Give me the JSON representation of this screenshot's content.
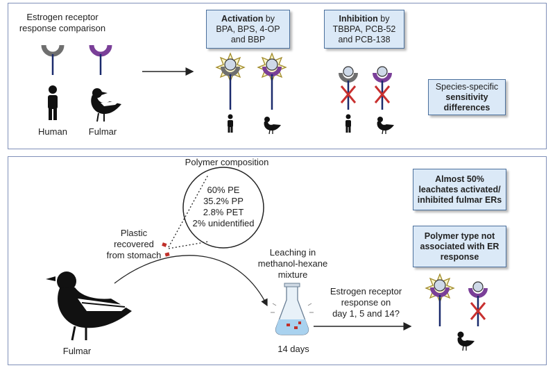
{
  "top": {
    "title_lines": [
      "Estrogen receptor",
      "response comparison"
    ],
    "human_label": "Human",
    "fulmar_label": "Fulmar",
    "activation_box": {
      "bold": "Activation",
      "rest": " by",
      "line2": "BPA, BPS, 4-OP",
      "line3": "and BBP"
    },
    "inhibition_box": {
      "bold": "Inhibition",
      "rest": " by",
      "line2": "TBBPA, PCB-52",
      "line3": "and PCB-138"
    },
    "sensitivity_box": {
      "line1": "Species-specific",
      "line2": "sensitivity",
      "line3": "differences"
    }
  },
  "bottom": {
    "polymer_title": "Polymer composition",
    "polymer_lines": [
      "60% PE",
      "35.2% PP",
      "2.8% PET",
      "2% unidentified"
    ],
    "plastic_lines": [
      "Plastic",
      "recovered",
      "from stomach"
    ],
    "leaching_lines": [
      "Leaching in",
      "methanol-hexane",
      "mixture"
    ],
    "days_label": "14 days",
    "fulmar_label": "Fulmar",
    "er_response_lines": [
      "Estrogen receptor",
      "response on",
      "day 1, 5 and 14?"
    ],
    "box1": {
      "line1": "Almost 50%",
      "line2": "leachates activated/",
      "line3": "inhibited fulmar ERs"
    },
    "box2": {
      "line1_bold": "Polymer type",
      "line1_rest": " not",
      "line2": "associated with ",
      "line2_bold": "ER",
      "line3": "response"
    }
  },
  "colors": {
    "human_receptor": "#6f6f6f",
    "fulmar_receptor": "#7a3f98",
    "inhibit_x": "#c8302f",
    "panel_border": "#7f8fb8",
    "box_fill": "#dbe9f7"
  }
}
